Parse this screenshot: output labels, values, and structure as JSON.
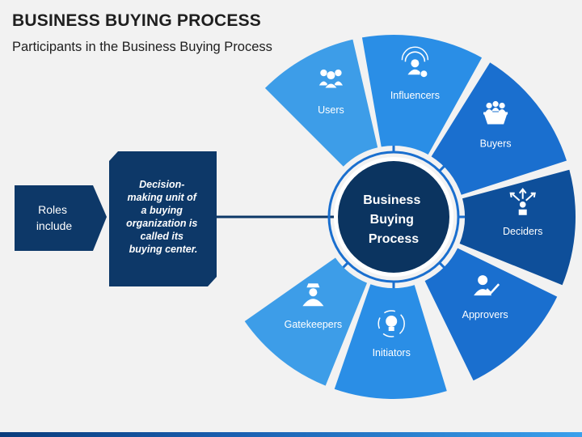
{
  "header": {
    "title": "BUSINESS BUYING PROCESS",
    "subtitle": "Participants in the Business Buying Process"
  },
  "roles_box": {
    "lines": [
      "Roles",
      "include"
    ]
  },
  "definition_box": {
    "lines": [
      "Decision-",
      "making unit of",
      "a buying",
      "organization is",
      "called its",
      "buying center."
    ]
  },
  "center": {
    "lines": [
      "Business",
      "Buying",
      "Process"
    ]
  },
  "segments": [
    {
      "label": "Users",
      "icon": "users-icon",
      "color": "#3d9de8"
    },
    {
      "label": "Influencers",
      "icon": "influencer-icon",
      "color": "#2a8ee6"
    },
    {
      "label": "Buyers",
      "icon": "buyers-basket-icon",
      "color": "#1a6fcf"
    },
    {
      "label": "Deciders",
      "icon": "decider-arrows-icon",
      "color": "#0e4f9a"
    },
    {
      "label": "Approvers",
      "icon": "approver-check-icon",
      "color": "#1a6fcf"
    },
    {
      "label": "Initiators",
      "icon": "lightbulb-icon",
      "color": "#2a8ee6"
    },
    {
      "label": "Gatekeepers",
      "icon": "gatekeeper-icon",
      "color": "#3d9de8"
    }
  ],
  "colors": {
    "dark_navy": "#0d3868",
    "center_fill": "#0b3460",
    "connector": "#0d3868",
    "accent": "#1a6fcf"
  }
}
